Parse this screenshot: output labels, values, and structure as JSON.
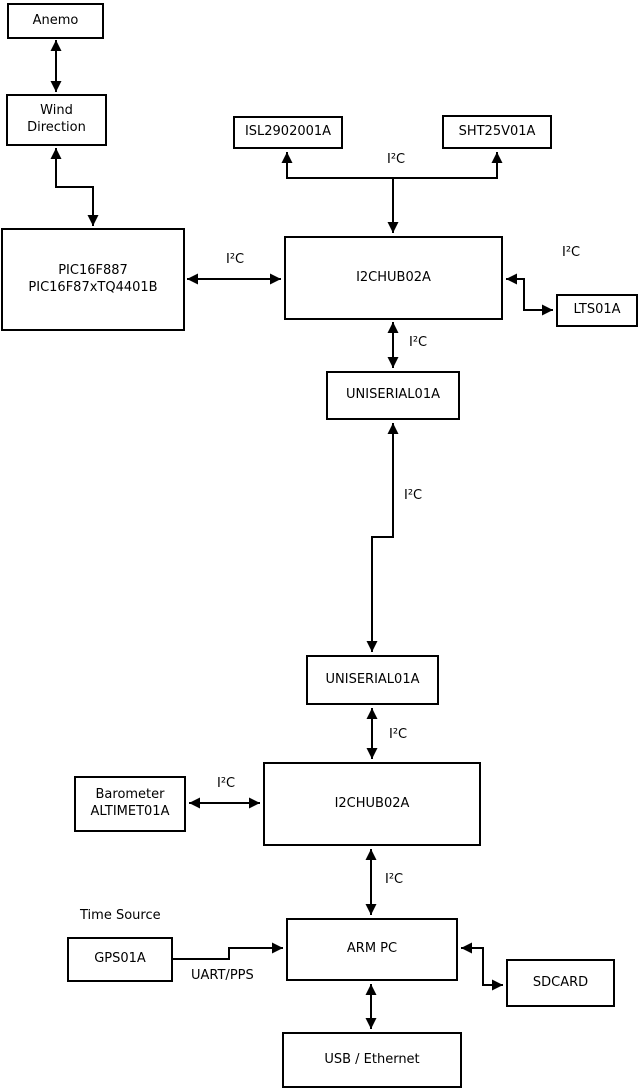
{
  "nodes": {
    "anemo": {
      "label": "Anemo"
    },
    "wind_direction": {
      "label": "Wind\nDirection"
    },
    "pic": {
      "label": "PIC16F887\nPIC16F87xTQ4401B"
    },
    "isl": {
      "label": "ISL2902001A"
    },
    "sht": {
      "label": "SHT25V01A"
    },
    "i2chub_top": {
      "label": "I2CHUB02A"
    },
    "lts": {
      "label": "LTS01A"
    },
    "uniserial_top": {
      "label": "UNISERIAL01A"
    },
    "uniserial_bottom": {
      "label": "UNISERIAL01A"
    },
    "i2chub_bottom": {
      "label": "I2CHUB02A"
    },
    "barometer": {
      "label": "Barometer\nALTIMET01A"
    },
    "gps": {
      "label": "GPS01A"
    },
    "arm_pc": {
      "label": "ARM PC"
    },
    "sdcard": {
      "label": "SDCARD"
    },
    "usb_ethernet": {
      "label": "USB / Ethernet"
    }
  },
  "edge_labels": {
    "pic_hub": "I²C",
    "hub_sensors": "I²C",
    "hub_lts": "I²C",
    "hub_uniserial": "I²C",
    "uniserial_uniserial": "I²C",
    "uniserial_hub2": "I²C",
    "barometer_hub2": "I²C",
    "hub2_armpc": "I²C"
  },
  "annotations": {
    "time_source": "Time Source",
    "uart_pps": "UART/PPS"
  },
  "colors": {
    "background": "#ffffff",
    "line": "#000000",
    "box_border": "#000000",
    "text": "#000000"
  }
}
